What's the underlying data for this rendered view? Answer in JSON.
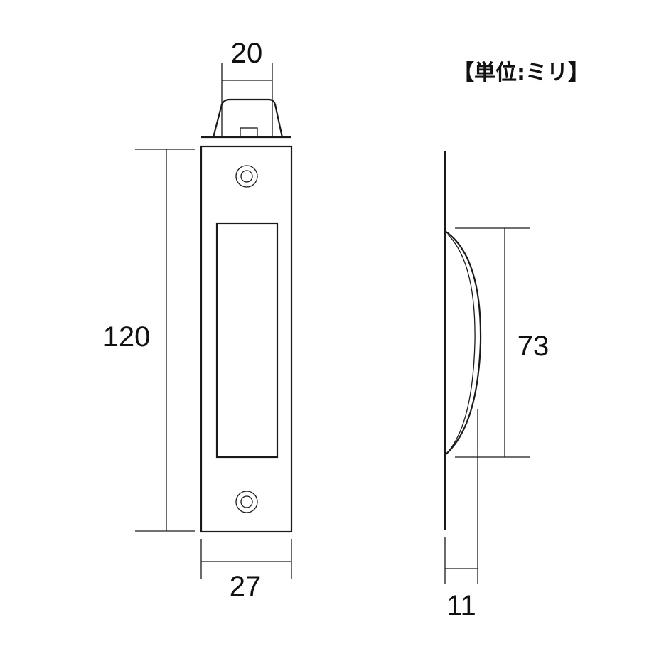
{
  "unit_label": "【単位:ミリ】",
  "dimensions": {
    "top_width": "20",
    "height": "120",
    "bottom_width": "27",
    "recess_height": "73",
    "depth": "11"
  }
}
